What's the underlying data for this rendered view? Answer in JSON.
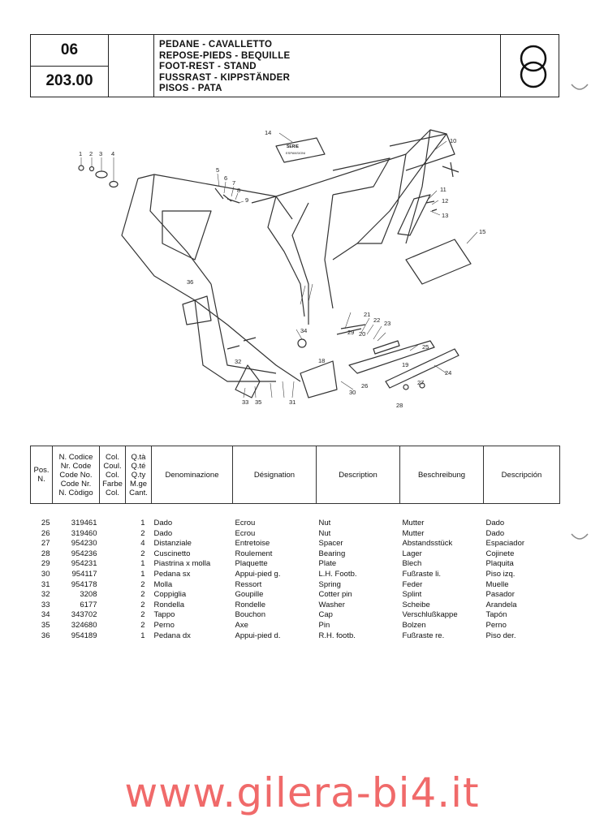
{
  "header": {
    "code_top": "06",
    "code_bottom": "203.00",
    "titles": [
      "PEDANE - CAVALLETTO",
      "REPOSE-PIEDS - BEQUILLE",
      "FOOT-REST - STAND",
      "FUSSRAST - KIPPSTÄNDER",
      "PISOS - PATA"
    ],
    "symbol_icon": "double-ring-icon"
  },
  "diagram": {
    "callouts": [
      "1",
      "2",
      "3",
      "4",
      "5",
      "6",
      "7",
      "8",
      "9",
      "10",
      "11",
      "12",
      "13",
      "14",
      "15",
      "18",
      "19",
      "20",
      "21",
      "22",
      "23",
      "24",
      "25",
      "26",
      "27",
      "28",
      "29",
      "30",
      "31",
      "32",
      "33",
      "34",
      "35",
      "36"
    ],
    "labels": [
      "SERIE",
      "ESPANSIONI"
    ]
  },
  "table": {
    "headers": {
      "pos": [
        "Pos.",
        "N."
      ],
      "code": [
        "N. Codice",
        "Nr. Code",
        "Code No.",
        "Code Nr.",
        "N. Còdigo"
      ],
      "col": [
        "Col.",
        "Coul.",
        "Col.",
        "Farbe",
        "Col."
      ],
      "qty": [
        "Q.tà",
        "Q.té",
        "Q.ty",
        "M.ge",
        "Cant."
      ],
      "it": "Denominazione",
      "fr": "Désignation",
      "en": "Description",
      "de": "Beschreibung",
      "es": "Descripción"
    },
    "rows": [
      {
        "pos": "25",
        "code": "319461",
        "col": "",
        "qty": "1",
        "it": "Dado",
        "fr": "Ecrou",
        "en": "Nut",
        "de": "Mutter",
        "es": "Dado"
      },
      {
        "pos": "26",
        "code": "319460",
        "col": "",
        "qty": "2",
        "it": "Dado",
        "fr": "Ecrou",
        "en": "Nut",
        "de": "Mutter",
        "es": "Dado"
      },
      {
        "pos": "27",
        "code": "954230",
        "col": "",
        "qty": "4",
        "it": "Distanziale",
        "fr": "Entretoise",
        "en": "Spacer",
        "de": "Abstandsstück",
        "es": "Espaciador"
      },
      {
        "pos": "28",
        "code": "954236",
        "col": "",
        "qty": "2",
        "it": "Cuscinetto",
        "fr": "Roulement",
        "en": "Bearing",
        "de": "Lager",
        "es": "Cojinete"
      },
      {
        "pos": "29",
        "code": "954231",
        "col": "",
        "qty": "1",
        "it": "Piastrina x molla",
        "fr": "Plaquette",
        "en": "Plate",
        "de": "Blech",
        "es": "Plaquita"
      },
      {
        "pos": "30",
        "code": "954117",
        "col": "",
        "qty": "1",
        "it": "Pedana sx",
        "fr": "Appui-pied g.",
        "en": "L.H. Footb.",
        "de": "Fußraste li.",
        "es": "Piso izq."
      },
      {
        "pos": "31",
        "code": "954178",
        "col": "",
        "qty": "2",
        "it": "Molla",
        "fr": "Ressort",
        "en": "Spring",
        "de": "Feder",
        "es": "Muelle"
      },
      {
        "pos": "32",
        "code": "3208",
        "col": "",
        "qty": "2",
        "it": "Coppiglia",
        "fr": "Goupille",
        "en": "Cotter pin",
        "de": "Splint",
        "es": "Pasador"
      },
      {
        "pos": "33",
        "code": "6177",
        "col": "",
        "qty": "2",
        "it": "Rondella",
        "fr": "Rondelle",
        "en": "Washer",
        "de": "Scheibe",
        "es": "Arandela"
      },
      {
        "pos": "34",
        "code": "343702",
        "col": "",
        "qty": "2",
        "it": "Tappo",
        "fr": "Bouchon",
        "en": "Cap",
        "de": "Verschlußkappe",
        "es": "Tapón"
      },
      {
        "pos": "35",
        "code": "324680",
        "col": "",
        "qty": "2",
        "it": "Perno",
        "fr": "Axe",
        "en": "Pin",
        "de": "Bolzen",
        "es": "Perno"
      },
      {
        "pos": "36",
        "code": "954189",
        "col": "",
        "qty": "1",
        "it": "Pedana dx",
        "fr": "Appui-pied d.",
        "en": "R.H. footb.",
        "de": "Fußraste re.",
        "es": "Piso der."
      }
    ]
  },
  "watermark": "www.gilera-bi4.it",
  "colors": {
    "watermark": "#f06a6a",
    "ink": "#222222"
  }
}
